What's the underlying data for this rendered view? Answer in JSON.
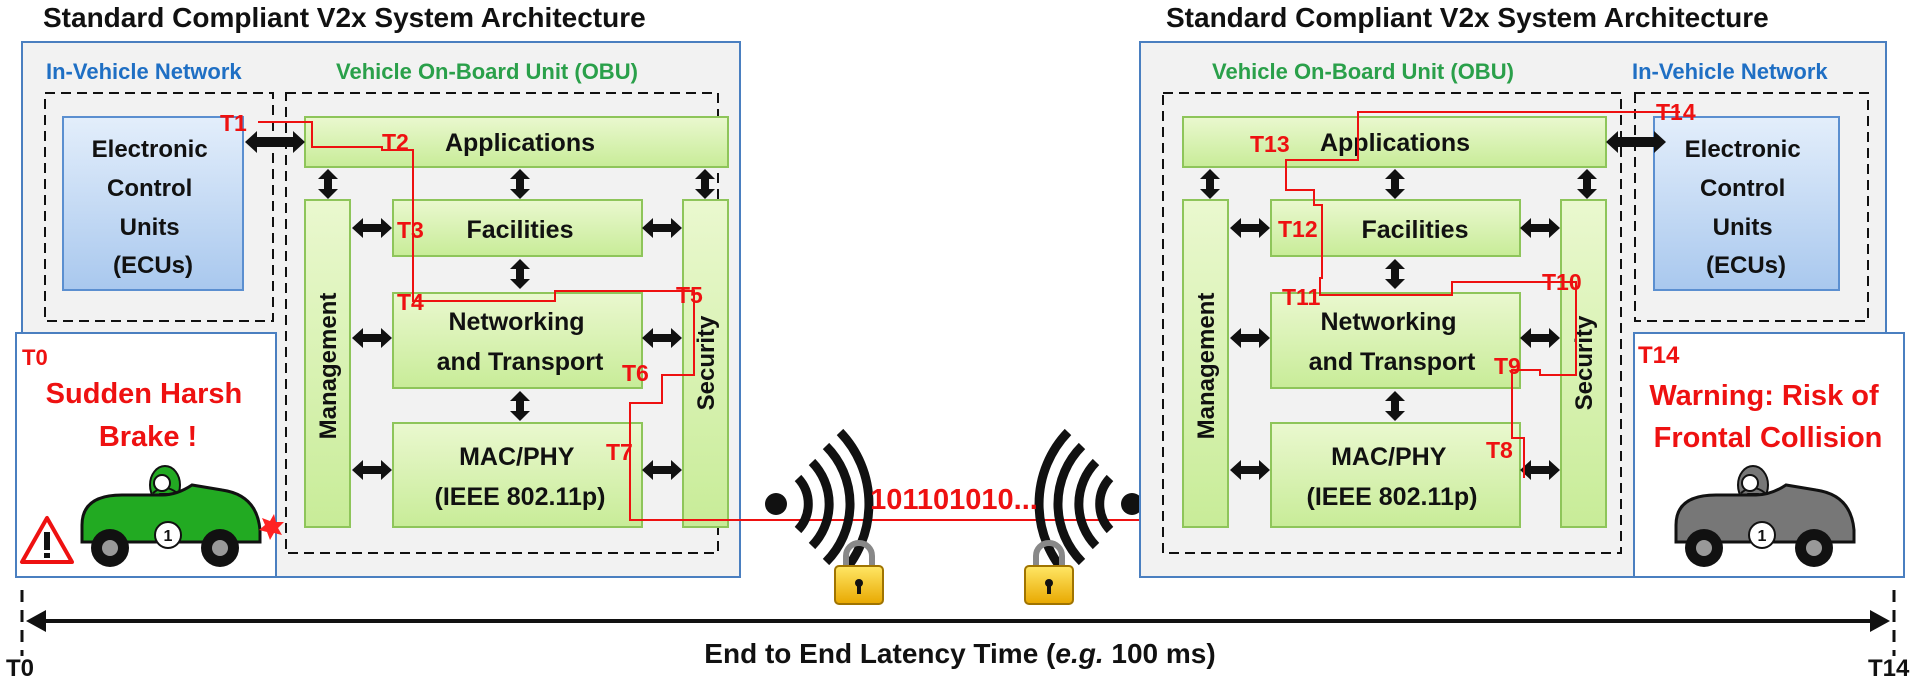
{
  "left_title": "Standard Compliant V2x System Architecture",
  "right_title": "Standard Compliant V2x System Architecture",
  "left": {
    "in_vehicle_network": "In-Vehicle Network",
    "obu_title": "Vehicle On-Board Unit (OBU)",
    "ecu": [
      "Electronic",
      "Control",
      "Units",
      "(ECUs)"
    ],
    "applications": "Applications",
    "facilities": "Facilities",
    "networking": [
      "Networking",
      "and Transport"
    ],
    "macphy": [
      "MAC/PHY",
      "(IEEE 802.11p)"
    ],
    "management": "Management",
    "security": "Security",
    "event_time": "T0",
    "event_text": [
      "Sudden Harsh",
      "Brake !"
    ],
    "tlabels": [
      "T1",
      "T2",
      "T3",
      "T4",
      "T5",
      "T6",
      "T7"
    ]
  },
  "right": {
    "in_vehicle_network": "In-Vehicle Network",
    "obu_title": "Vehicle On-Board Unit (OBU)",
    "ecu": [
      "Electronic",
      "Control",
      "Units",
      "(ECUs)"
    ],
    "applications": "Applications",
    "facilities": "Facilities",
    "networking": [
      "Networking",
      "and Transport"
    ],
    "macphy": [
      "MAC/PHY",
      "(IEEE 802.11p)"
    ],
    "management": "Management",
    "security": "Security",
    "event_time": "T14",
    "event_text": [
      "Warning: Risk of",
      "Frontal Collision"
    ],
    "tlabels": [
      "T8",
      "T9",
      "T10",
      "T11",
      "T12",
      "T13",
      "T14"
    ]
  },
  "bits": "101101010...",
  "timeline": {
    "label_prefix": "End to End Latency Time (",
    "label_eg": "e.g.",
    "label_suffix": " 100 ms)",
    "start": "T0",
    "end": "T14"
  },
  "colors": {
    "trace_red": "#ee1111",
    "blue_text": "#1f6fc4",
    "green_text": "#2aa04a",
    "green_box": "#d4f0a8",
    "ecu_box": "#c6dcf4",
    "left_car": "#22aa22",
    "right_car": "#777777"
  }
}
